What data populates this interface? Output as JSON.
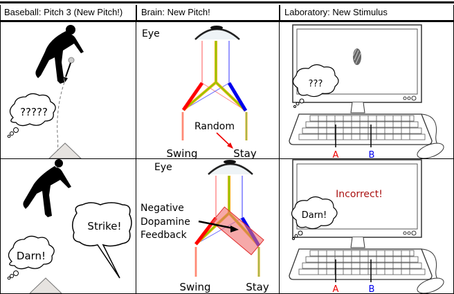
{
  "headers": [
    {
      "label": "Baseball: Pitch 3 (New Pitch!)"
    },
    {
      "label": "Brain: New Pitch!"
    },
    {
      "label": "Laboratory: New Stimulus"
    }
  ],
  "row1": {
    "baseball": {
      "thought": "?????"
    },
    "brain": {
      "eye_label": "Eye",
      "random_label": "Random",
      "swing_label": "Swing",
      "stay_label": "Stay"
    },
    "lab": {
      "thought": "???",
      "key_a": "A",
      "key_b": "B"
    }
  },
  "row2": {
    "baseball": {
      "thought": "Darn!",
      "speech": "Strike!"
    },
    "brain": {
      "eye_label": "Eye",
      "feedback_line1": "Negative",
      "feedback_line2": "Dopamine",
      "feedback_line3": "Feedback",
      "swing_label": "Swing",
      "stay_label": "Stay"
    },
    "lab": {
      "screen_text": "Incorrect!",
      "thought": "Darn!",
      "key_a": "A",
      "key_b": "B"
    }
  },
  "colors": {
    "red": "#ff0000",
    "blue": "#0000ff",
    "green": "#66cc00",
    "orange": "#ffaa00",
    "incorrect": "#aa1111",
    "highlight": "#f07070"
  }
}
